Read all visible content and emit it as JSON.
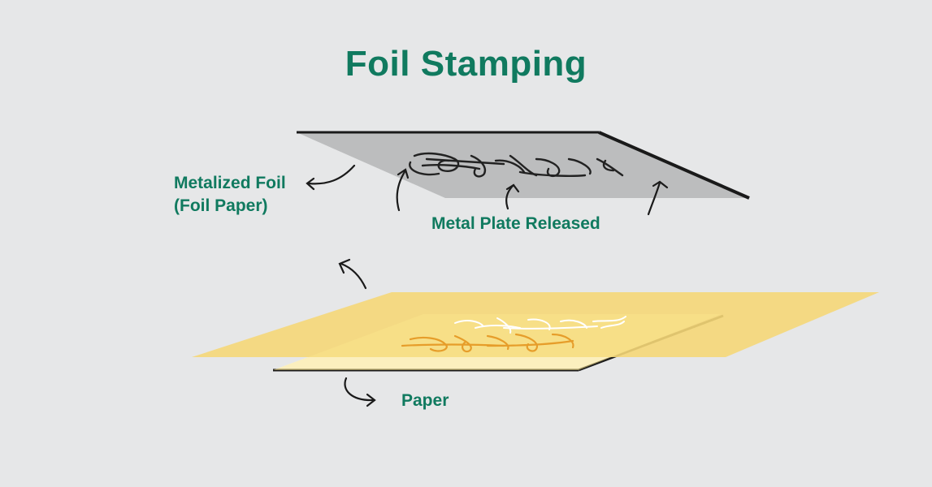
{
  "diagram": {
    "title": "Foil Stamping",
    "labels": {
      "foil_line1": "Metalized Foil",
      "foil_line2": "(Foil Paper)",
      "plate": "Metal Plate Released",
      "paper": "Paper"
    },
    "colors": {
      "accent": "#107a5f",
      "background": "#e6e7e8",
      "plate": "#bcbdbe",
      "foil_sheet": "#f5d778",
      "paper_inner": "#f8e188",
      "stamp_gold": "#e69d2a",
      "outline": "#1a1a1a"
    },
    "icons": [
      "curved-arrow-icon",
      "up-arrow-icon"
    ]
  }
}
